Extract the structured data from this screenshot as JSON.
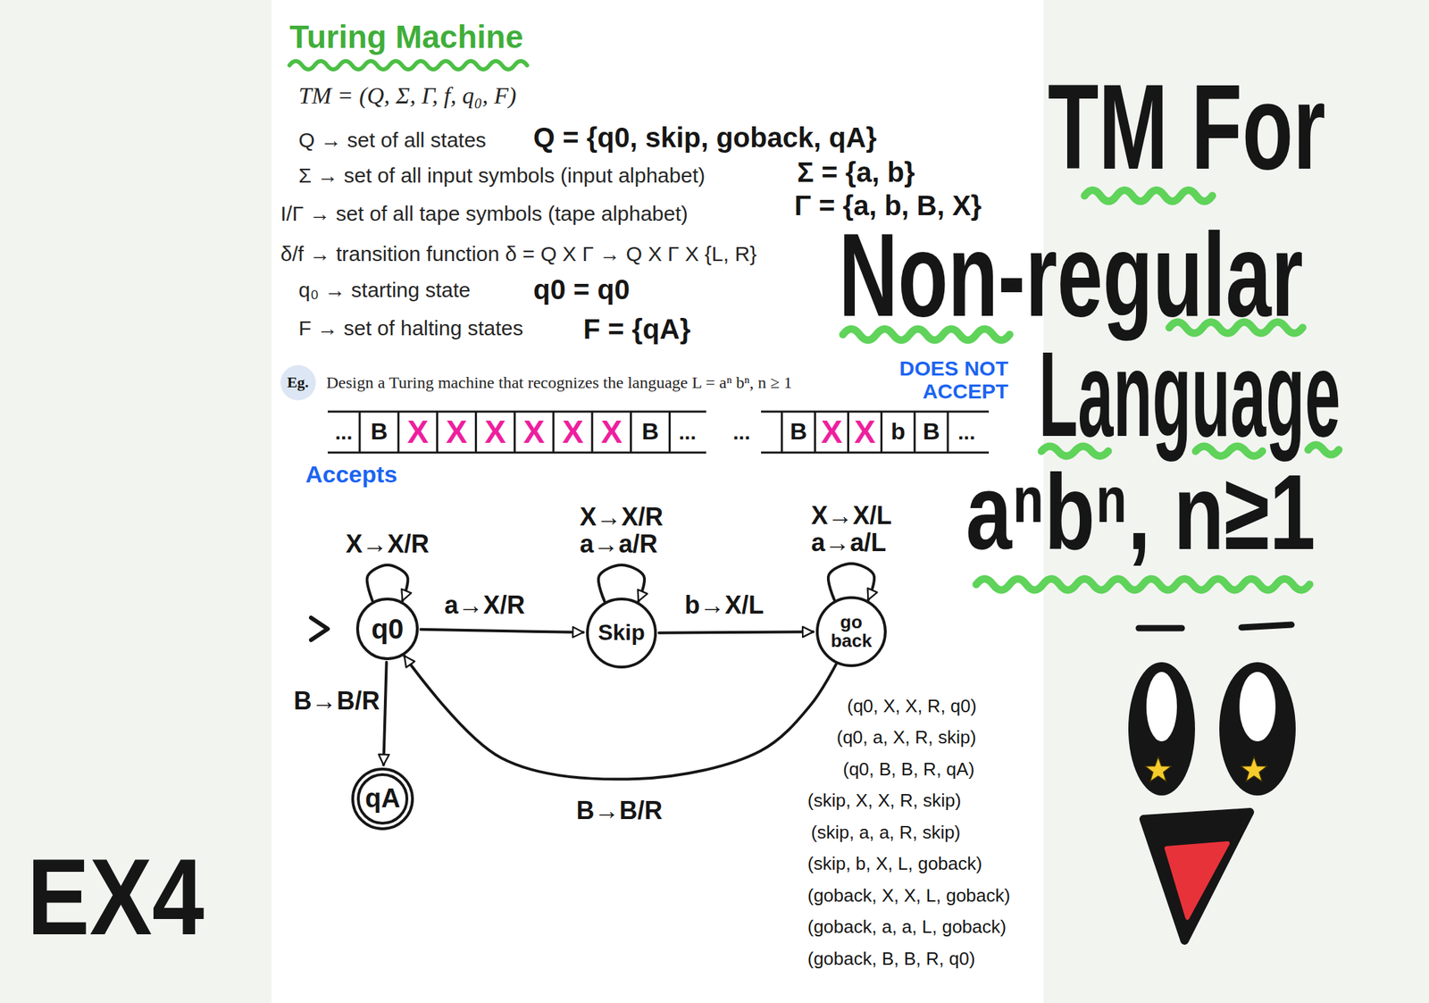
{
  "diagram": {
    "title": "Turing Machine",
    "nodes": [
      {
        "text": [
          "Eg."
        ]
      },
      {
        "text": [
          "q0"
        ]
      },
      {
        "text": [
          "Skip"
        ]
      },
      {
        "text": [
          "go back"
        ]
      },
      {
        "text": [
          "qA"
        ]
      }
    ],
    "edges": [
      {
        "from": 1,
        "to": 1,
        "label": "X→X/R",
        "arrow": "to"
      },
      {
        "from": 1,
        "to": 2,
        "label": "a→X/R",
        "arrow": "to"
      },
      {
        "from": 2,
        "to": 2,
        "label": "X→X/R a→a/R",
        "arrow": "to"
      },
      {
        "from": 2,
        "to": 3,
        "label": "b→X/L",
        "arrow": "to"
      },
      {
        "from": 3,
        "to": 3,
        "label": "X→X/L a→a/L",
        "arrow": "to"
      },
      {
        "from": 3,
        "to": 1,
        "label": "B→B/R",
        "arrow": "to"
      },
      {
        "from": 1,
        "to": 4,
        "label": "B→B/R",
        "arrow": "to"
      }
    ],
    "labels": [
      "TM = (Q, Σ, Γ, f, q₀, F)",
      "Q → set of all states",
      "Q = {q0, skip, goback, qA}",
      "Σ → set of all input symbols (input alphabet)",
      "Σ = {a, b}",
      "I/Γ → set of all tape symbols (tape alphabet)",
      "Γ = {a, b, B, X}",
      "δ/f → transition function δ = Q X Γ → Q X Γ X {L, R}",
      "q₀ → starting state",
      "q0 = q0",
      "F → set of halting states",
      "F = {qA}",
      "Design a Turing machine that recognizes the language L = aⁿ bⁿ, n ≥ 1",
      "DOES NOT ACCEPT",
      "...",
      "B",
      "X",
      "X",
      "X",
      "X",
      "X",
      "X",
      "B",
      "...",
      "...",
      "B",
      "X",
      "X",
      "b",
      "B",
      "...",
      "Accepts",
      "(q0, X, X, R, q0)",
      "(q0, a, X, R, skip)",
      "(q0, B, B, R, qA)",
      "(skip, X, X, R, skip)",
      "(skip, a, a, R, skip)",
      "(skip, b, X, L, goback)",
      "(goback, X, X, L, goback)",
      "(goback, a, a, L, goback)",
      "(goback, B, B, R, q0)",
      "TM For",
      "Non-regular",
      "Language",
      "aⁿbⁿ, n≥1",
      "EX4"
    ]
  }
}
